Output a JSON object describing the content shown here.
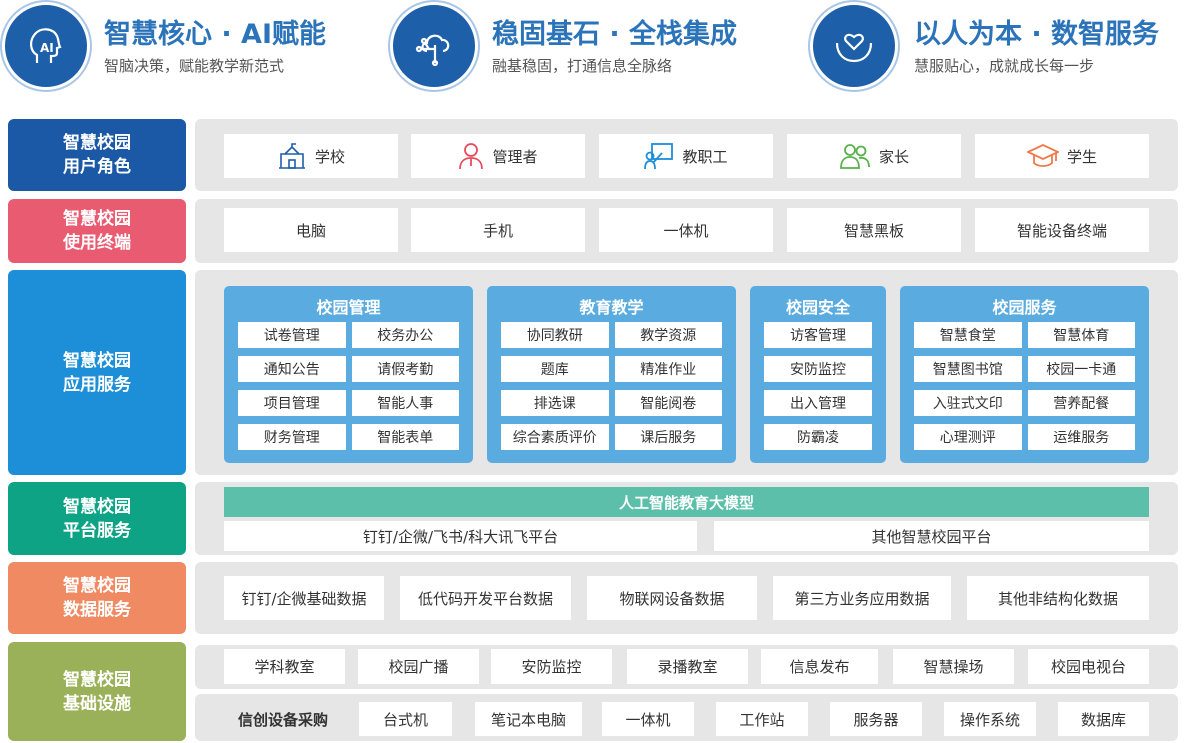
{
  "header": [
    {
      "title": "智慧核心 · AI赋能",
      "subtitle": "智脑决策，赋能教学新范式",
      "icon": "ai-head-icon"
    },
    {
      "title": "稳固基石 · 全栈集成",
      "subtitle": "融基稳固，打通信息全脉络",
      "icon": "cloud-network-icon"
    },
    {
      "title": "以人为本 · 数智服务",
      "subtitle": "慧服贴心，成就成长每一步",
      "icon": "heart-hands-icon"
    }
  ],
  "rows": {
    "roles": {
      "label1": "智慧校园",
      "label2": "用户角色",
      "color": "#1b58a5",
      "items": [
        "学校",
        "管理者",
        "教职工",
        "家长",
        "学生"
      ]
    },
    "terminals": {
      "label1": "智慧校园",
      "label2": "使用终端",
      "color": "#e95b70",
      "items": [
        "电脑",
        "手机",
        "一体机",
        "智慧黑板",
        "智能设备终端"
      ]
    },
    "apps": {
      "label1": "智慧校园",
      "label2": "应用服务",
      "color": "#1d8ed8",
      "sections": [
        {
          "title": "校园管理",
          "items": [
            "试卷管理",
            "校务办公",
            "通知公告",
            "请假考勤",
            "项目管理",
            "智能人事",
            "财务管理",
            "智能表单"
          ]
        },
        {
          "title": "教育教学",
          "items": [
            "协同教研",
            "教学资源",
            "题库",
            "精准作业",
            "排选课",
            "智能阅卷",
            "综合素质评价",
            "课后服务"
          ]
        },
        {
          "title": "校园安全",
          "items": [
            "访客管理",
            "安防监控",
            "出入管理",
            "防霸凌"
          ]
        },
        {
          "title": "校园服务",
          "items": [
            "智慧食堂",
            "智慧体育",
            "智慧图书馆",
            "校园一卡通",
            "入驻式文印",
            "营养配餐",
            "心理测评",
            "运维服务"
          ]
        }
      ]
    },
    "platform": {
      "label1": "智慧校园",
      "label2": "平台服务",
      "color": "#0fa386",
      "ai_model": "人工智能教育大模型",
      "items": [
        "钉钉/企微/飞书/科大讯飞平台",
        "其他智慧校园平台"
      ]
    },
    "data": {
      "label1": "智慧校园",
      "label2": "数据服务",
      "color": "#ef8a62",
      "items": [
        "钉钉/企微基础数据",
        "低代码开发平台数据",
        "物联网设备数据",
        "第三方业务应用数据",
        "其他非结构化数据"
      ]
    },
    "infra": {
      "label1": "智慧校园",
      "label2": "基础设施",
      "color": "#9bb159",
      "items": [
        "学科教室",
        "校园广播",
        "安防监控",
        "录播教室",
        "信息发布",
        "智慧操场",
        "校园电视台"
      ],
      "procurement_label": "信创设备采购",
      "procurement": [
        "台式机",
        "笔记本电脑",
        "一体机",
        "工作站",
        "服务器",
        "操作系统",
        "数据库"
      ]
    }
  }
}
